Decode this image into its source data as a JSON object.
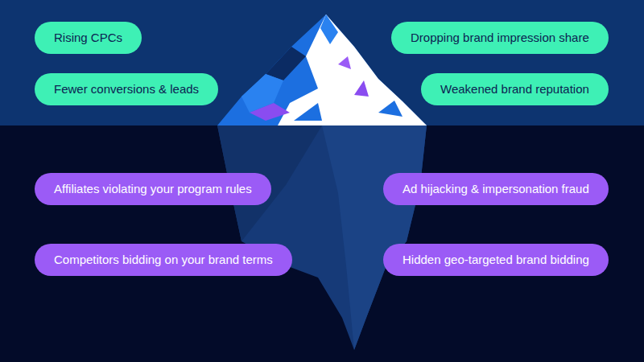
{
  "diagram": {
    "nodes": [
      {
        "text": [
          "Rising CPCs"
        ]
      },
      {
        "text": [
          "Dropping brand impression share"
        ]
      },
      {
        "text": [
          "Fewer conversions & leads"
        ]
      },
      {
        "text": [
          "Weakened brand reputation"
        ]
      },
      {
        "text": [
          "Affiliates violating your program rules"
        ]
      },
      {
        "text": [
          "Ad hijacking & impersonation fraud"
        ]
      },
      {
        "text": [
          "Competitors bidding on your brand terms"
        ]
      },
      {
        "text": [
          "Hidden geo-targeted brand bidding"
        ]
      }
    ]
  }
}
